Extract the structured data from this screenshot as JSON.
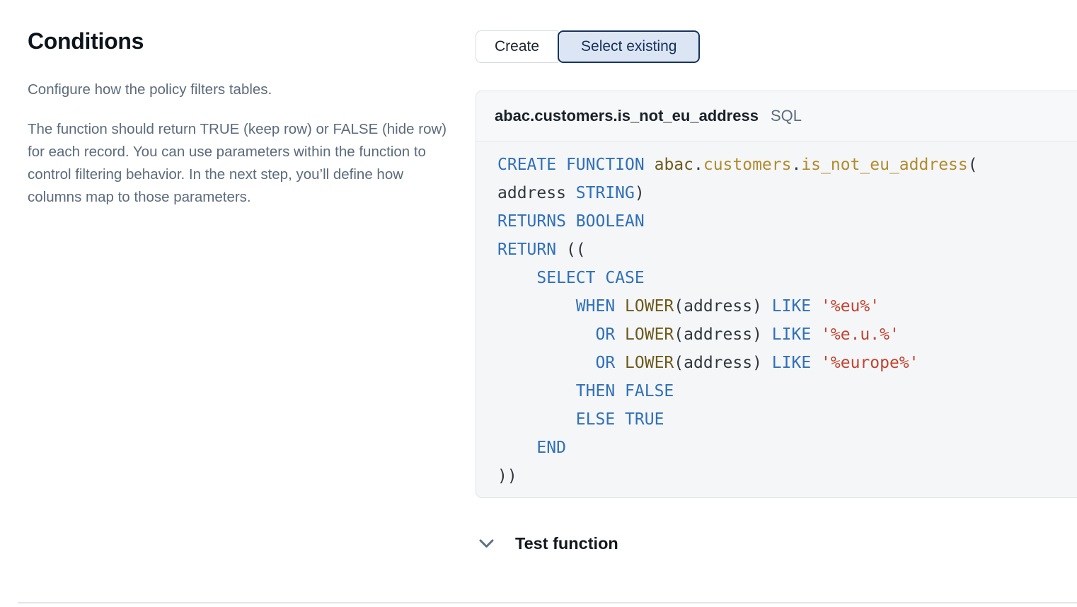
{
  "left": {
    "title": "Conditions",
    "subtitle": "Configure how the policy filters tables.",
    "paragraph": "The function should return TRUE (keep row) or FALSE (hide row) for each record. You can use parameters within the function to control filtering behavior. In the next step, you’ll define how columns map to those parameters."
  },
  "toggle": {
    "create_label": "Create",
    "select_existing_label": "Select existing",
    "selected": "Select existing"
  },
  "function_panel": {
    "name": "abac.customers.is_not_eu_address",
    "language": "SQL",
    "code_lines": [
      [
        [
          "CREATE",
          "kw"
        ],
        [
          " ",
          "pl"
        ],
        [
          "FUNCTION",
          "kw"
        ],
        [
          " ",
          "pl"
        ],
        [
          "abac",
          "id1"
        ],
        [
          ".",
          "pl"
        ],
        [
          "customers",
          "id2"
        ],
        [
          ".",
          "pl"
        ],
        [
          "is_not_eu_address",
          "id2"
        ],
        [
          "(",
          "pl"
        ]
      ],
      [
        [
          "address ",
          "pl"
        ],
        [
          "STRING",
          "kw"
        ],
        [
          ")",
          "pl"
        ]
      ],
      [
        [
          "RETURNS",
          "kw"
        ],
        [
          " ",
          "pl"
        ],
        [
          "BOOLEAN",
          "kw"
        ]
      ],
      [
        [
          "RETURN",
          "kw"
        ],
        [
          " ((",
          "pl"
        ]
      ],
      [
        [
          "    ",
          "pl"
        ],
        [
          "SELECT",
          "kw"
        ],
        [
          " ",
          "pl"
        ],
        [
          "CASE",
          "kw"
        ]
      ],
      [
        [
          "        ",
          "pl"
        ],
        [
          "WHEN",
          "kw"
        ],
        [
          " ",
          "pl"
        ],
        [
          "LOWER",
          "id1"
        ],
        [
          "(address) ",
          "pl"
        ],
        [
          "LIKE",
          "kw"
        ],
        [
          " ",
          "pl"
        ],
        [
          "'%eu%'",
          "str"
        ]
      ],
      [
        [
          "          ",
          "pl"
        ],
        [
          "OR",
          "kw"
        ],
        [
          " ",
          "pl"
        ],
        [
          "LOWER",
          "id1"
        ],
        [
          "(address) ",
          "pl"
        ],
        [
          "LIKE",
          "kw"
        ],
        [
          " ",
          "pl"
        ],
        [
          "'%e.u.%'",
          "str"
        ]
      ],
      [
        [
          "          ",
          "pl"
        ],
        [
          "OR",
          "kw"
        ],
        [
          " ",
          "pl"
        ],
        [
          "LOWER",
          "id1"
        ],
        [
          "(address) ",
          "pl"
        ],
        [
          "LIKE",
          "kw"
        ],
        [
          " ",
          "pl"
        ],
        [
          "'%europe%'",
          "str"
        ]
      ],
      [
        [
          "        ",
          "pl"
        ],
        [
          "THEN",
          "kw"
        ],
        [
          " ",
          "pl"
        ],
        [
          "FALSE",
          "kw"
        ]
      ],
      [
        [
          "        ",
          "pl"
        ],
        [
          "ELSE",
          "kw"
        ],
        [
          " ",
          "pl"
        ],
        [
          "TRUE",
          "kw"
        ]
      ],
      [
        [
          "    ",
          "pl"
        ],
        [
          "END",
          "kw"
        ]
      ],
      [
        [
          "))",
          "pl"
        ]
      ]
    ]
  },
  "test_section": {
    "label": "Test function"
  },
  "colors": {
    "kw": "#3070b8",
    "id1": "#6d5b1d",
    "id2": "#b08c2d",
    "str": "#c1432f",
    "pl": "#32373d",
    "accent-navy": "#17345e",
    "accent-bg": "#dce5f3"
  }
}
